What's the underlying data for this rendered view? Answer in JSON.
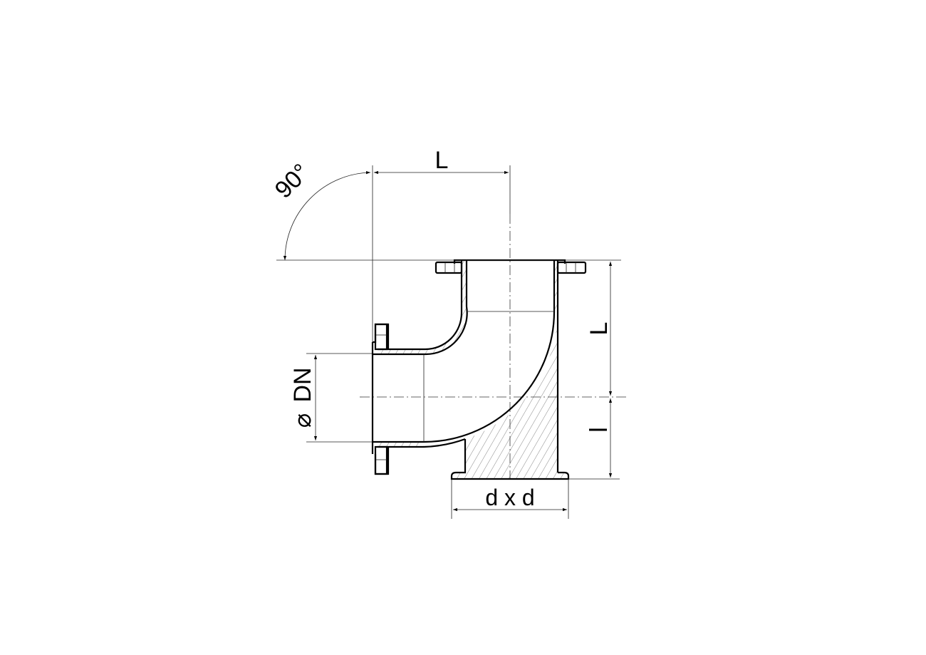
{
  "drawing": {
    "title": "90° flanged elbow with support foot",
    "dimensions": {
      "angle": "90°",
      "length_top": "L",
      "length_right": "L",
      "foot_height": "l",
      "nominal_diameter": "DN",
      "diameter_symbol": "⌀",
      "foot_size": "d x d"
    }
  }
}
